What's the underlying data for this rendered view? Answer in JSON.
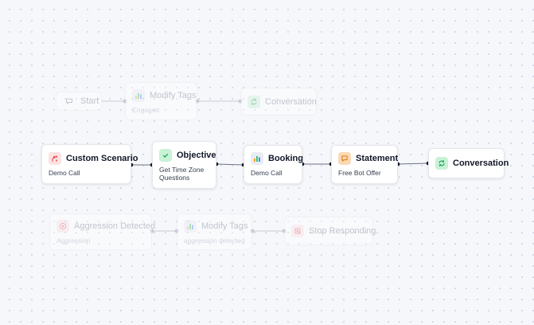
{
  "canvas": {
    "nodes": {
      "start": {
        "title": "Start",
        "icon": "chat-bubble-icon"
      },
      "modify_tags_top": {
        "title": "Modify Tags",
        "subtitle": "Engaged",
        "icon": "bar-chart-icon"
      },
      "conversation_top": {
        "title": "Conversation",
        "icon": "loop-arrows-icon"
      },
      "custom_scenario": {
        "title": "Custom Scenario",
        "subtitle": "Demo Call",
        "icon": "branch-arrows-icon"
      },
      "objective": {
        "title": "Objective",
        "subtitle_line1": "Get Time Zone",
        "subtitle_line2": "Questions",
        "icon": "check-circle-icon"
      },
      "booking": {
        "title": "Booking",
        "subtitle": "Demo Call",
        "icon": "bar-chart-icon"
      },
      "statement": {
        "title": "Statement",
        "subtitle": "Free Bot Offer",
        "icon": "message-square-icon"
      },
      "conversation_main": {
        "title": "Conversation",
        "icon": "loop-arrows-icon"
      },
      "aggression": {
        "title": "Aggression Detected",
        "subtitle": "Aggression",
        "icon": "alert-circle-icon"
      },
      "modify_tags_bottom": {
        "title": "Modify Tags",
        "subtitle": "aggression detected",
        "icon": "bar-chart-icon"
      },
      "stop_responding": {
        "title": "Stop Responding",
        "icon": "stop-square-icon"
      }
    }
  },
  "colors": {
    "background": "#f5f7fb",
    "edge_active": "#6b7280",
    "edge_faded": "#c6cbd3",
    "connector_dot": "#111827",
    "red_accent": "#e5484d",
    "green_accent": "#12a150",
    "orange_accent": "#e07b10"
  }
}
